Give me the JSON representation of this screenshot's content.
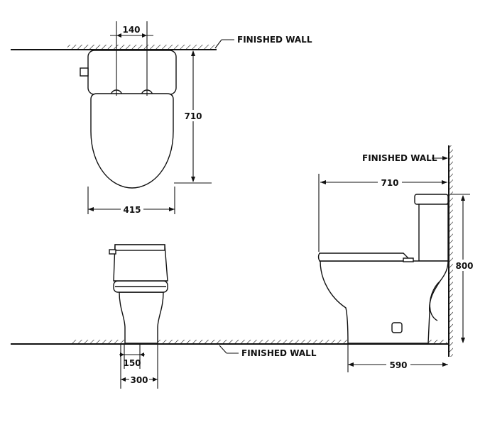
{
  "labels": {
    "finished_wall_top": "FINISHED WALL",
    "finished_wall_right": "FINISHED WALL",
    "finished_wall_floor": "FINISHED WALL"
  },
  "dimensions": {
    "top_inlet_spacing": "140",
    "top_depth": "710",
    "top_width": "415",
    "side_depth": "710",
    "side_height": "800",
    "side_rough_in": "590",
    "front_outlet": "150",
    "front_base": "300"
  }
}
